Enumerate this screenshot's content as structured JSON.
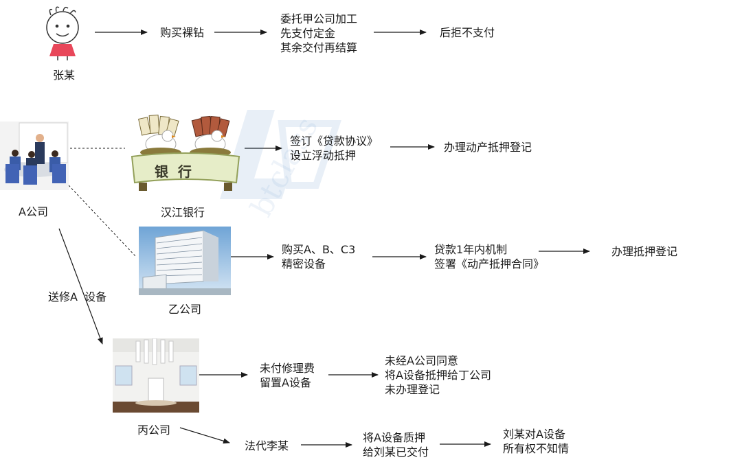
{
  "nodes": {
    "zhang": {
      "name": "张某"
    },
    "buy_drill": {
      "text": "购买裸钻"
    },
    "entrust": {
      "lines": [
        "委托甲公司加工",
        "先支付定金",
        "其余交付再结算"
      ]
    },
    "refuse": {
      "text": "后拒不支付"
    },
    "company_a": {
      "name": "A公司"
    },
    "bank": {
      "name": "汉江银行",
      "sign_text": "银  行"
    },
    "loan_agreement": {
      "lines": [
        "签订《贷款协议》",
        "设立浮动抵押"
      ]
    },
    "chattel_reg": {
      "text": "办理动产抵押登记"
    },
    "company_b": {
      "name": "乙公司"
    },
    "buy_equip": {
      "lines": [
        "购买A、B、C3",
        "精密设备"
      ]
    },
    "loan_term": {
      "lines": [
        "贷款1年内机制",
        "签署《动产抵押合同》"
      ]
    },
    "mortgage_reg": {
      "text": "办理抵押登记"
    },
    "repair": {
      "text": "送修A  设备"
    },
    "company_c": {
      "name": "丙公司"
    },
    "unpaid": {
      "lines": [
        "未付修理费",
        "留置A设备"
      ]
    },
    "no_consent": {
      "lines": [
        "未经A公司同意",
        "将A设备抵押给丁公司",
        "未办理登记"
      ]
    },
    "legal_rep": {
      "text": "法代李某"
    },
    "pledge": {
      "lines": [
        "将A设备质押",
        "给刘某已交付"
      ]
    },
    "unaware": {
      "lines": [
        "刘某对A设备",
        "所有权不知情"
      ]
    }
  },
  "watermark": {
    "text": "btclass"
  },
  "colors": {
    "arrow": "#1a1a1a",
    "text": "#1a1a1a",
    "watermark": "#bcd3ec"
  }
}
